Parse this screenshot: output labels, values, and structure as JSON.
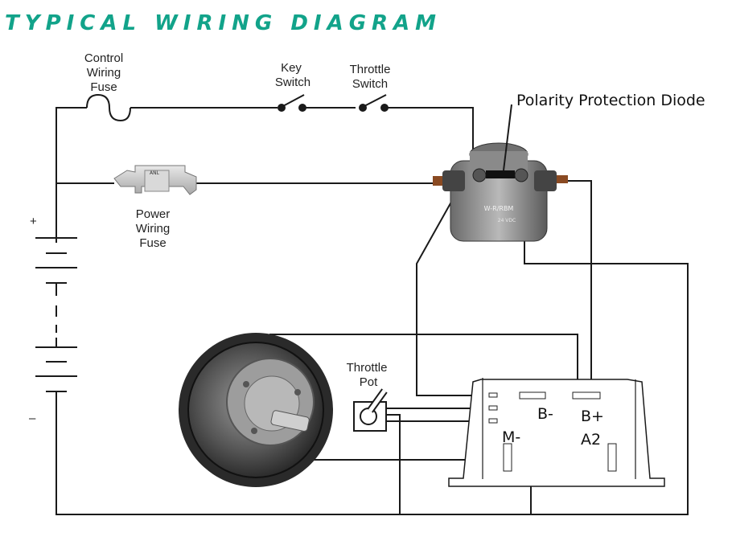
{
  "title": "TYPICAL WIRING DIAGRAM",
  "colors": {
    "title": "#12a38a",
    "wire": "#1a1a1a"
  },
  "labels": {
    "control_fuse": [
      "Control",
      "Wiring",
      "Fuse"
    ],
    "key_switch": [
      "Key",
      "Switch"
    ],
    "throttle_switch": [
      "Throttle",
      "Switch"
    ],
    "diode": "Polarity Protection Diode",
    "power_fuse": [
      "Power",
      "Wiring",
      "Fuse"
    ],
    "throttle_pot": [
      "Throttle",
      "Pot"
    ],
    "battery_plus": "+",
    "battery_minus": "–",
    "b_minus": "B-",
    "b_plus": "B+",
    "a2": "A2",
    "m_minus": "M-"
  },
  "solenoid_text": [
    "W-R/RBM",
    "24 VDC"
  ],
  "fuse_text": "ANL",
  "icons": [
    "fuse-symbol",
    "switch-symbol",
    "battery-symbol",
    "solenoid-image",
    "motor-image",
    "potentiometer-symbol",
    "controller-outline"
  ]
}
